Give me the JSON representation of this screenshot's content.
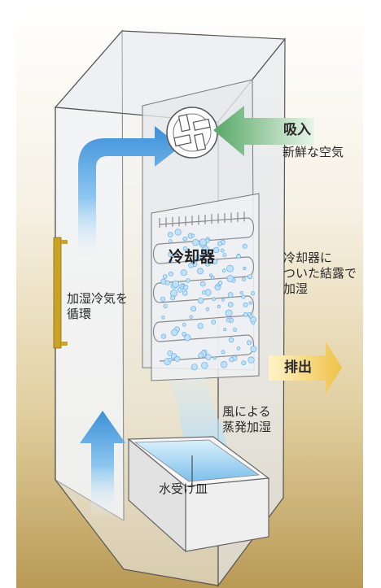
{
  "labels": {
    "intake_title": "吸入",
    "intake_sub": "新鮮な空気",
    "cooler": "冷却器",
    "condensation": [
      "冷却器に",
      "ついた結露で",
      "加湿"
    ],
    "circulation": [
      "加湿冷気を",
      "循環"
    ],
    "exhaust": "排出",
    "wind_humidify": [
      "風による",
      "蒸発加湿"
    ],
    "water_tray": "水受け皿"
  },
  "colors": {
    "background_top": "#ffffff",
    "background_bottom": "#b99a55",
    "airflow_blue": "#5aa6e6",
    "intake_green": "#7fc08a",
    "exhaust_gold": "#f3cf64",
    "handle_gold": "#caa326",
    "water_blue": "#9fd4f3"
  },
  "icons": {
    "fan": "fan-icon",
    "intake_arrow": "arrow-left-icon",
    "exhaust_arrow": "arrow-right-icon",
    "door_handle": "handle-icon"
  }
}
